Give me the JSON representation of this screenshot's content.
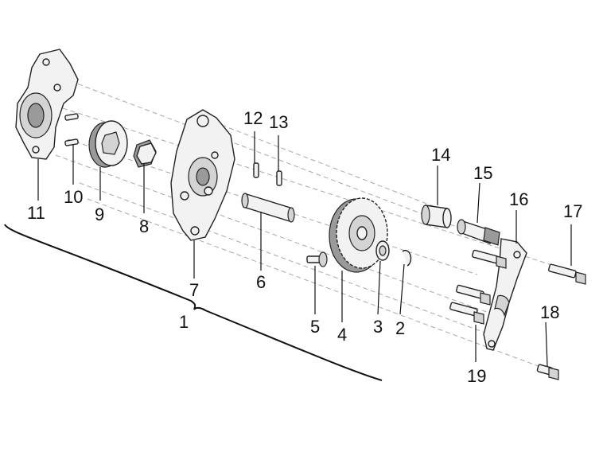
{
  "diagram": {
    "callouts": {
      "c1": "1",
      "c2": "2",
      "c3": "3",
      "c4": "4",
      "c5": "5",
      "c6": "6",
      "c7": "7",
      "c8": "8",
      "c9": "9",
      "c10": "10",
      "c11": "11",
      "c12": "12",
      "c13": "13",
      "c14": "14",
      "c15": "15",
      "c16": "16",
      "c17": "17",
      "c18": "18",
      "c19": "19"
    },
    "colors": {
      "line": "#111111",
      "axis": "#a8a8a8",
      "part_fill": "#f2f2f2",
      "part_shade": "#9a9a9a"
    }
  }
}
